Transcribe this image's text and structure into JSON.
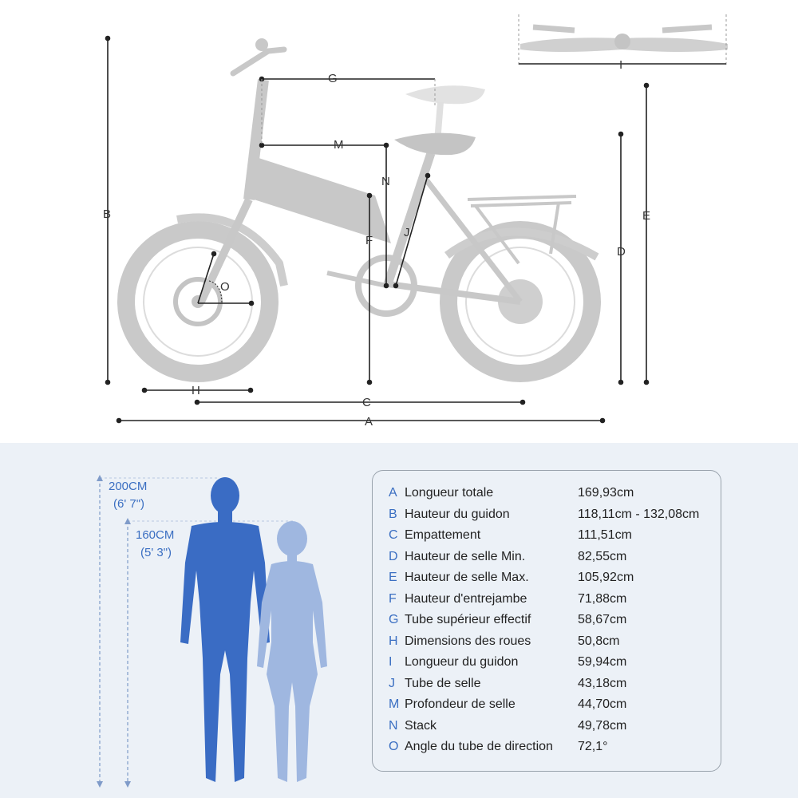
{
  "dimension_letters": {
    "A": "A",
    "B": "B",
    "C": "C",
    "D": "D",
    "E": "E",
    "F": "F",
    "G": "G",
    "H": "H",
    "I": "I",
    "J": "J",
    "M": "M",
    "N": "N",
    "O": "O"
  },
  "height_guide": {
    "tall_cm": "200CM",
    "tall_ft": "(6' 7\")",
    "short_cm": "160CM",
    "short_ft": "(5' 3\")"
  },
  "specs": [
    {
      "letter": "A",
      "name": "Longueur totale",
      "value": "169,93cm"
    },
    {
      "letter": "B",
      "name": "Hauteur du guidon",
      "value": "118,11cm - 132,08cm"
    },
    {
      "letter": "C",
      "name": "Empattement",
      "value": "111,51cm"
    },
    {
      "letter": "D",
      "name": "Hauteur de selle Min.",
      "value": "82,55cm"
    },
    {
      "letter": "E",
      "name": "Hauteur de selle Max.",
      "value": "105,92cm"
    },
    {
      "letter": "F",
      "name": "Hauteur d'entrejambe",
      "value": "71,88cm"
    },
    {
      "letter": "G",
      "name": "Tube supérieur effectif",
      "value": "58,67cm"
    },
    {
      "letter": "H",
      "name": "Dimensions des roues",
      "value": "50,8cm"
    },
    {
      "letter": "I",
      "name": "Longueur du guidon",
      "value": "59,94cm"
    },
    {
      "letter": "J",
      "name": "Tube de selle",
      "value": "43,18cm"
    },
    {
      "letter": "M",
      "name": "Profondeur de selle",
      "value": "44,70cm"
    },
    {
      "letter": "N",
      "name": "Stack",
      "value": "49,78cm"
    },
    {
      "letter": "O",
      "name": "Angle du tube de direction",
      "value": "72,1°"
    }
  ],
  "colors": {
    "accent": "#3b6fc2",
    "bike": "#c8c8c8",
    "figure_male": "#3a6cc4",
    "figure_female": "#9fb7e0",
    "panel_bg": "#ecf1f7"
  }
}
